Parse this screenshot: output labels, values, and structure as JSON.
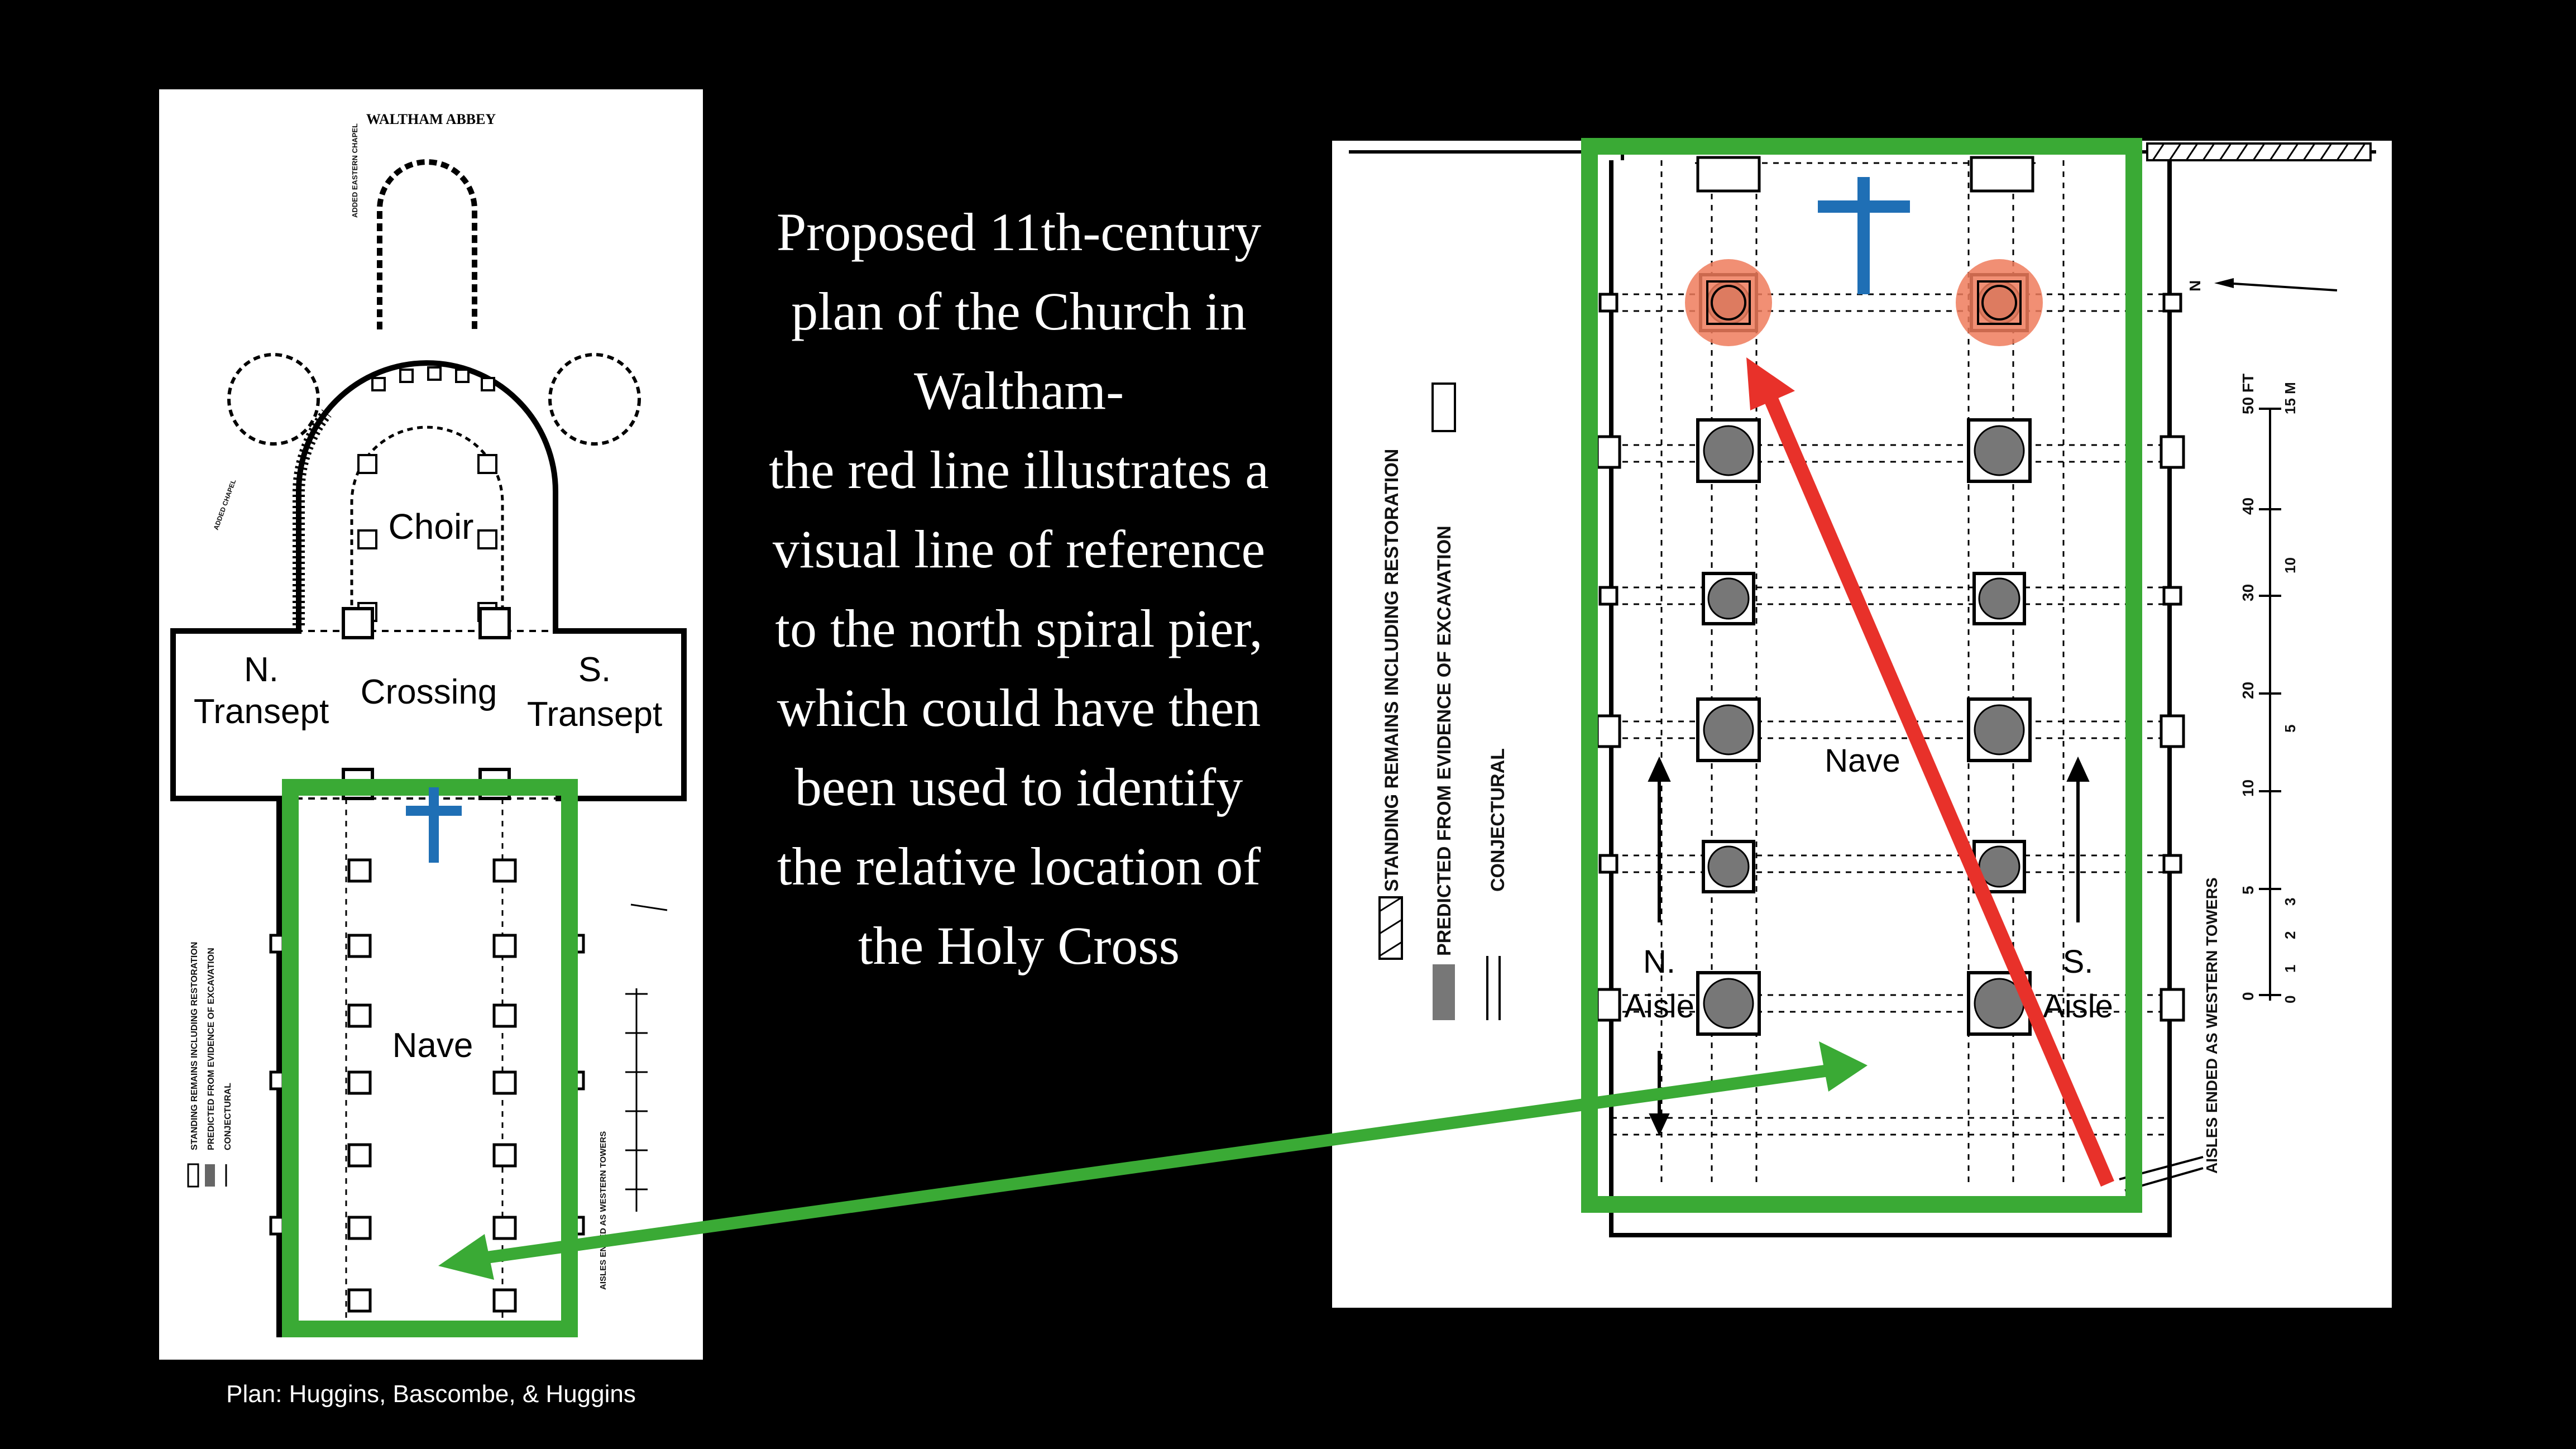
{
  "left_plan": {
    "title": "WALTHAM ABBEY",
    "added_eastern_chapel": "ADDED EASTERN CHAPEL",
    "added_chapel": "ADDED CHAPEL",
    "labels": {
      "choir": "Choir",
      "crossing": "Crossing",
      "n_transept": [
        "N.",
        "Transept"
      ],
      "s_transept": [
        "S.",
        "Transept"
      ],
      "nave": "Nave"
    },
    "legend": [
      "STANDING REMAINS INCLUDING RESTORATION",
      "PREDICTED FROM EVIDENCE OF EXCAVATION",
      "CONJECTURAL"
    ],
    "aisles_note": "AISLES ENDED AS WESTERN TOWERS"
  },
  "right_plan": {
    "labels": {
      "nave": "Nave",
      "n_aisle": [
        "N.",
        "Aisle"
      ],
      "s_aisle": [
        "S.",
        "Aisle"
      ]
    },
    "legend": [
      "STANDING REMAINS INCLUDING RESTORATION",
      "PREDICTED FROM EVIDENCE OF EXCAVATION",
      "CONJECTURAL"
    ],
    "aisles_note": "AISLES ENDED AS WESTERN TOWERS",
    "north_label": "N",
    "scale_ft": [
      "50 FT",
      "40",
      "30",
      "20",
      "10",
      "5",
      "0"
    ],
    "scale_m": [
      "15 M",
      "10",
      "5",
      "3",
      "2",
      "1",
      "0"
    ]
  },
  "main_text": [
    "Proposed 11th-century",
    "plan of the Church in",
    "Waltham-",
    "the red line illustrates a",
    "visual line of reference",
    "to the north spiral pier,",
    "which could have then",
    "been used to identify",
    "the relative location of",
    "the Holy Cross"
  ],
  "credit": "Plan: Huggins, Bascombe, & Huggins",
  "colors": {
    "background": "#000000",
    "green": "#3aaa35",
    "red": "#e8312a",
    "blue": "#1f6fb5",
    "pier_highlight": "#ee7b5c"
  }
}
